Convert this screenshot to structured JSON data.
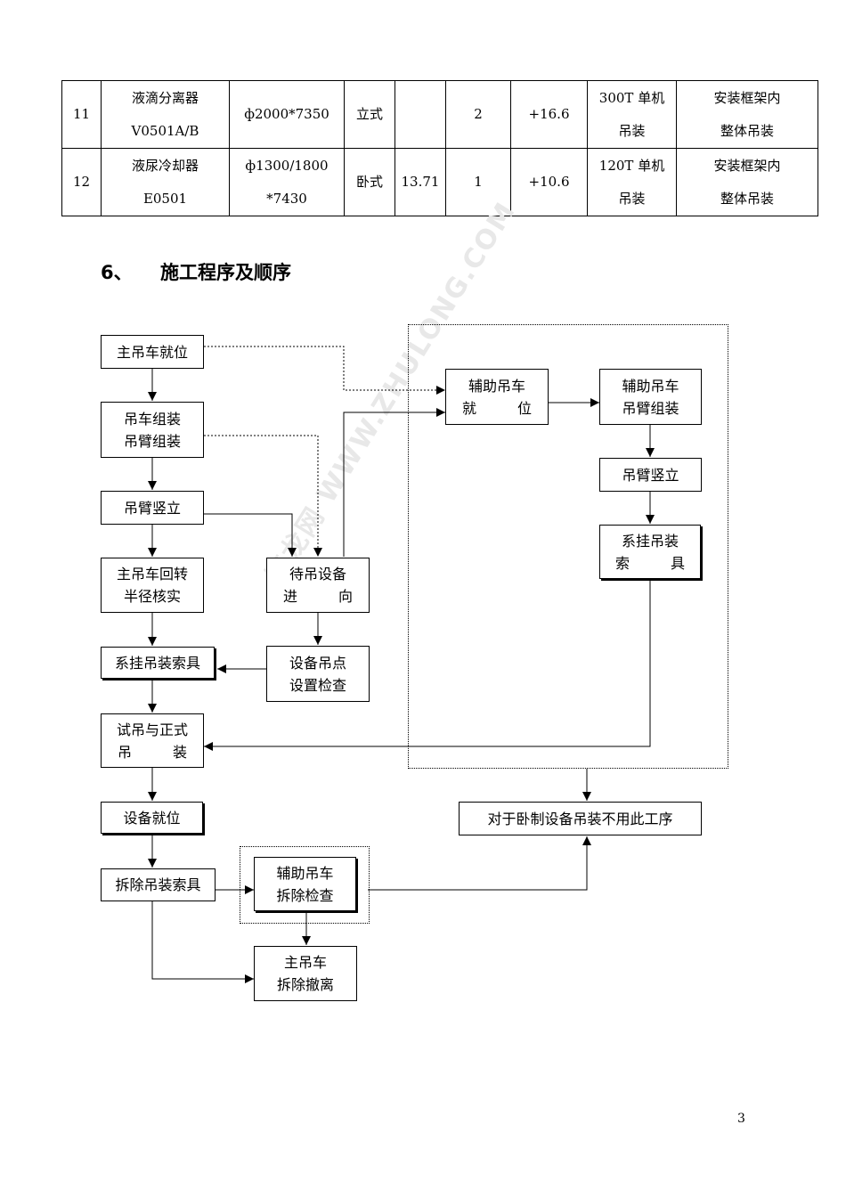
{
  "table": {
    "rows": [
      {
        "no": "11",
        "name_line1": "液滴分离器",
        "name_line2": "V0501A/B",
        "size_line1": "ф2000*7350",
        "size_line2": "",
        "type": "立式",
        "weight": "",
        "qty": "2",
        "elev": "+16.6",
        "method_line1": "300T 单机",
        "method_line2": "吊装",
        "remark_line1": "安装框架内",
        "remark_line2": "整体吊装"
      },
      {
        "no": "12",
        "name_line1": "液尿冷却器",
        "name_line2": "E0501",
        "size_line1": "ф1300/1800",
        "size_line2": "*7430",
        "type": "卧式",
        "weight": "13.71",
        "qty": "1",
        "elev": "+10.6",
        "method_line1": "120T 单机",
        "method_line2": "吊装",
        "remark_line1": "安装框架内",
        "remark_line2": "整体吊装"
      }
    ]
  },
  "section": {
    "number": "6、",
    "title": "施工程序及顺序"
  },
  "flow": {
    "main_crane_in_position": "主吊车就位",
    "crane_assembly_l1": "吊车组装",
    "crane_assembly_l2": "吊臂组装",
    "boom_erect_main": "吊臂竖立",
    "radius_check_l1": "主吊车回转",
    "radius_check_l2": "半径核实",
    "rigging_attach_main": "系挂吊装索具",
    "trial_lift_l1": "试吊与正式",
    "trial_lift_l2a": "吊",
    "trial_lift_l2b": "装",
    "equipment_in_position": "设备就位",
    "remove_rigging": "拆除吊装索具",
    "equipment_entry_l1": "待吊设备",
    "equipment_entry_l2a": "进",
    "equipment_entry_l2b": "向",
    "lift_point_check_l1": "设备吊点",
    "lift_point_check_l2": "设置检查",
    "aux_crane_in_position_l1": "辅助吊车",
    "aux_crane_in_position_l2a": "就",
    "aux_crane_in_position_l2b": "位",
    "aux_boom_assembly_l1": "辅助吊车",
    "aux_boom_assembly_l2": "吊臂组装",
    "aux_boom_erect": "吊臂竖立",
    "aux_rigging_l1": "系挂吊装",
    "aux_rigging_l2a": "索",
    "aux_rigging_l2b": "具",
    "horizontal_note": "对于卧制设备吊装不用此工序",
    "aux_removal_l1": "辅助吊车",
    "aux_removal_l2": "拆除检查",
    "main_removal_l1": "主吊车",
    "main_removal_l2": "拆除撤离"
  },
  "watermark": "筑龙网 WWW.ZHULONG.COM",
  "page_number": "3"
}
